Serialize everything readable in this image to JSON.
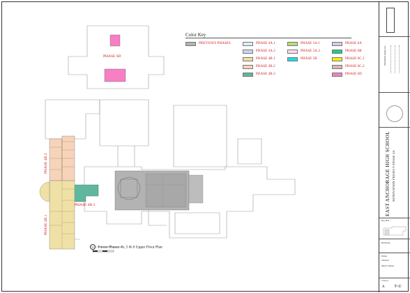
{
  "color_key": {
    "title": "Color Key",
    "items": [
      {
        "label": "PREVIOUS PHASES",
        "color": "#b3b3b3"
      },
      {
        "label": "PHASE 4A.1",
        "color": "#d6f1f7"
      },
      {
        "label": "PHASE 4A.2",
        "color": "#cbd6ee"
      },
      {
        "label": "PHASE 4B.1",
        "color": "#efe1a6"
      },
      {
        "label": "PHASE 4B.2",
        "color": "#f7d3b9"
      },
      {
        "label": "PHASE 4B.3",
        "color": "#5fb7a0"
      },
      {
        "label": "PHASE 5A.1",
        "color": "#b7dd7a"
      },
      {
        "label": "PHASE 5A.2",
        "color": "#f6dde9"
      },
      {
        "label": "PHASE 5B",
        "color": "#19dde2"
      },
      {
        "label": "PHASE 6A",
        "color": "#d9c7e7"
      },
      {
        "label": "PHASE 6B",
        "color": "#22c98a"
      },
      {
        "label": "PHASE 6C.1",
        "color": "#f3ec1b"
      },
      {
        "label": "PHASE 6C.2",
        "color": "#d8b7b8"
      },
      {
        "label": "PHASE 6D",
        "color": "#f77fc4"
      }
    ]
  },
  "plan": {
    "labels": {
      "phase_6d": "PHASE 6D",
      "phase_4b2": "PHASE 4B.2",
      "phase_4b1": "PHASE 4B.1",
      "phase_4b3": "PHASE 4B.3"
    },
    "caption_number": "1",
    "caption": "Future Phases 4b, 5 & 6 Upper Floor Plan"
  },
  "title_block": {
    "school": "EAST ANCHORAGE HIGH SCHOOL",
    "project": "RENOVATION PROJECT PHASE 4A",
    "firm": "Whitchurch Alaska, Inc.",
    "key_plan_label": "Key Plan",
    "revisions_label": "Revisions",
    "drawn_label": "Drawn",
    "checked_label": "Checked",
    "sheet_contents_label": "Sheet Contents",
    "category_label": "Category",
    "sheet_category": "A",
    "sheet_number": "F-U"
  }
}
